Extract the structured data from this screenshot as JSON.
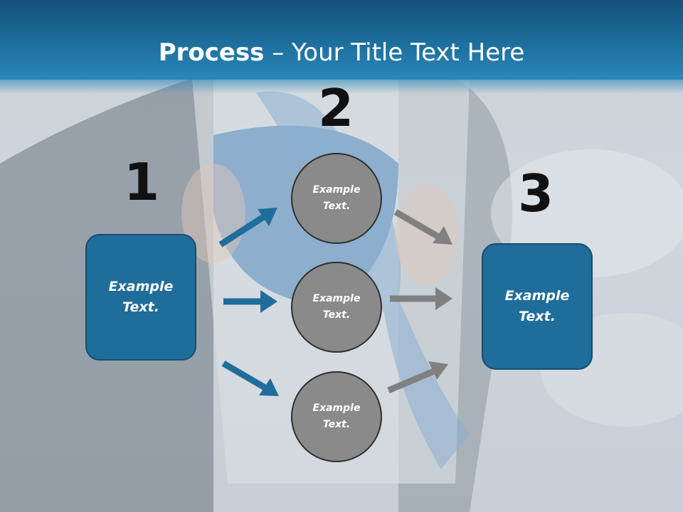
{
  "slide": {
    "title_bold": "Process",
    "title_rest": " – Your Title Text Here",
    "colors": {
      "header": "#1d6f9e",
      "box": "#1f6d9a",
      "circle": "#8a8a8a",
      "arrow_blue": "#1f6d9a",
      "arrow_gray": "#808080"
    }
  },
  "steps": {
    "step1": {
      "number": "1",
      "text": "Example Text."
    },
    "step2": {
      "number": "2"
    },
    "step3": {
      "number": "3",
      "text": "Example Text."
    }
  },
  "circles": [
    {
      "text": "Example Text."
    },
    {
      "text": "Example Text."
    },
    {
      "text": "Example Text."
    }
  ]
}
